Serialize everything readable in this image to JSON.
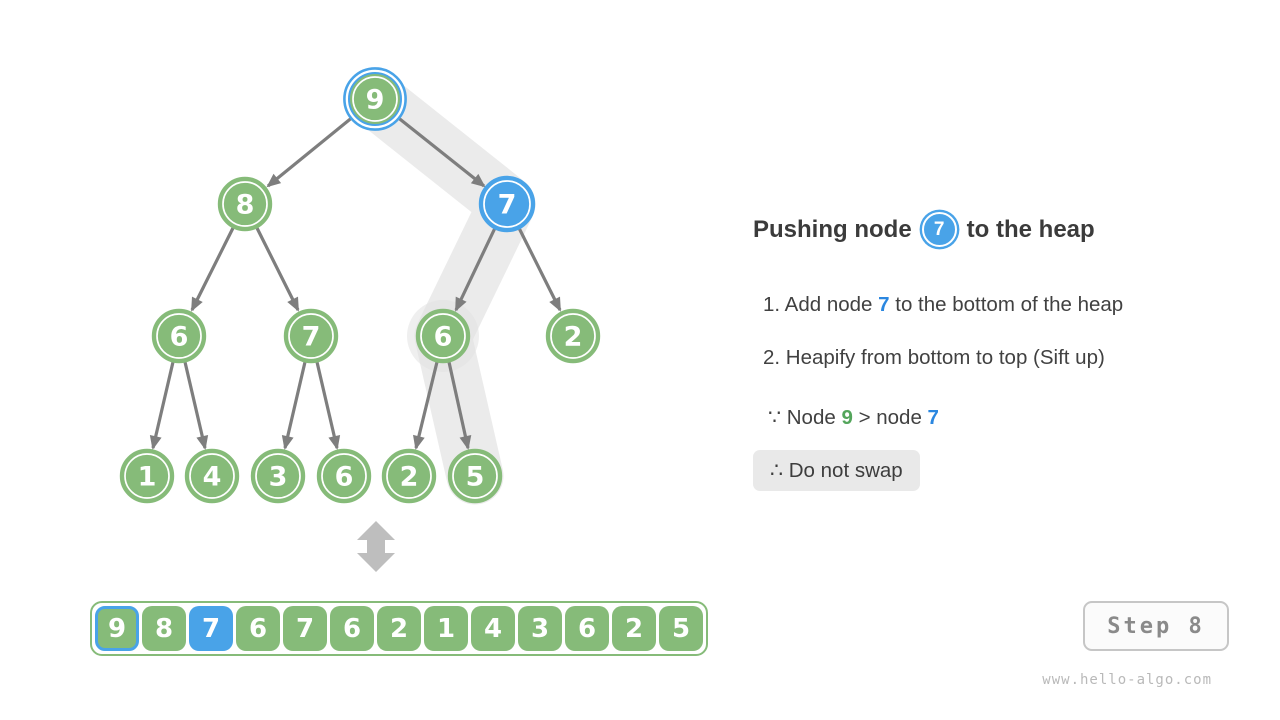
{
  "colors": {
    "node_green": "#86BB79",
    "node_blue": "#49A3E8",
    "text_green": "#53A55B",
    "text_blue": "#2B87E0",
    "highlight_band": "#EBEBEB",
    "arrow_gray": "#7E7E7E",
    "swap_arrow_gray": "#BEBEBE"
  },
  "tree": {
    "nodes": [
      "9",
      "8",
      "7",
      "6",
      "7",
      "6",
      "2",
      "1",
      "4",
      "3",
      "6",
      "2",
      "5"
    ],
    "highlighted_path_values": [
      "9",
      "7",
      "6",
      "5"
    ],
    "pushed_node_value": "7"
  },
  "array": {
    "values": [
      "9",
      "8",
      "7",
      "6",
      "7",
      "6",
      "2",
      "1",
      "4",
      "3",
      "6",
      "2",
      "5"
    ]
  },
  "panel": {
    "title": {
      "prefix": "Pushing node",
      "node": "7",
      "suffix": "to the heap"
    },
    "steps": [
      {
        "text_before": "1. Add node ",
        "node": "7",
        "text_after": " to the bottom of the heap"
      },
      {
        "text_before": "2. Heapify from bottom to top (Sift up)"
      }
    ],
    "because": {
      "symbol": "∵ ",
      "t1": "Node ",
      "v1": "9",
      "t2": " > node ",
      "v2": "7"
    },
    "therefore": {
      "symbol": "∴ ",
      "text": "Do not swap"
    }
  },
  "footer": {
    "step_label": "Step 8",
    "watermark": "www.hello-algo.com"
  }
}
